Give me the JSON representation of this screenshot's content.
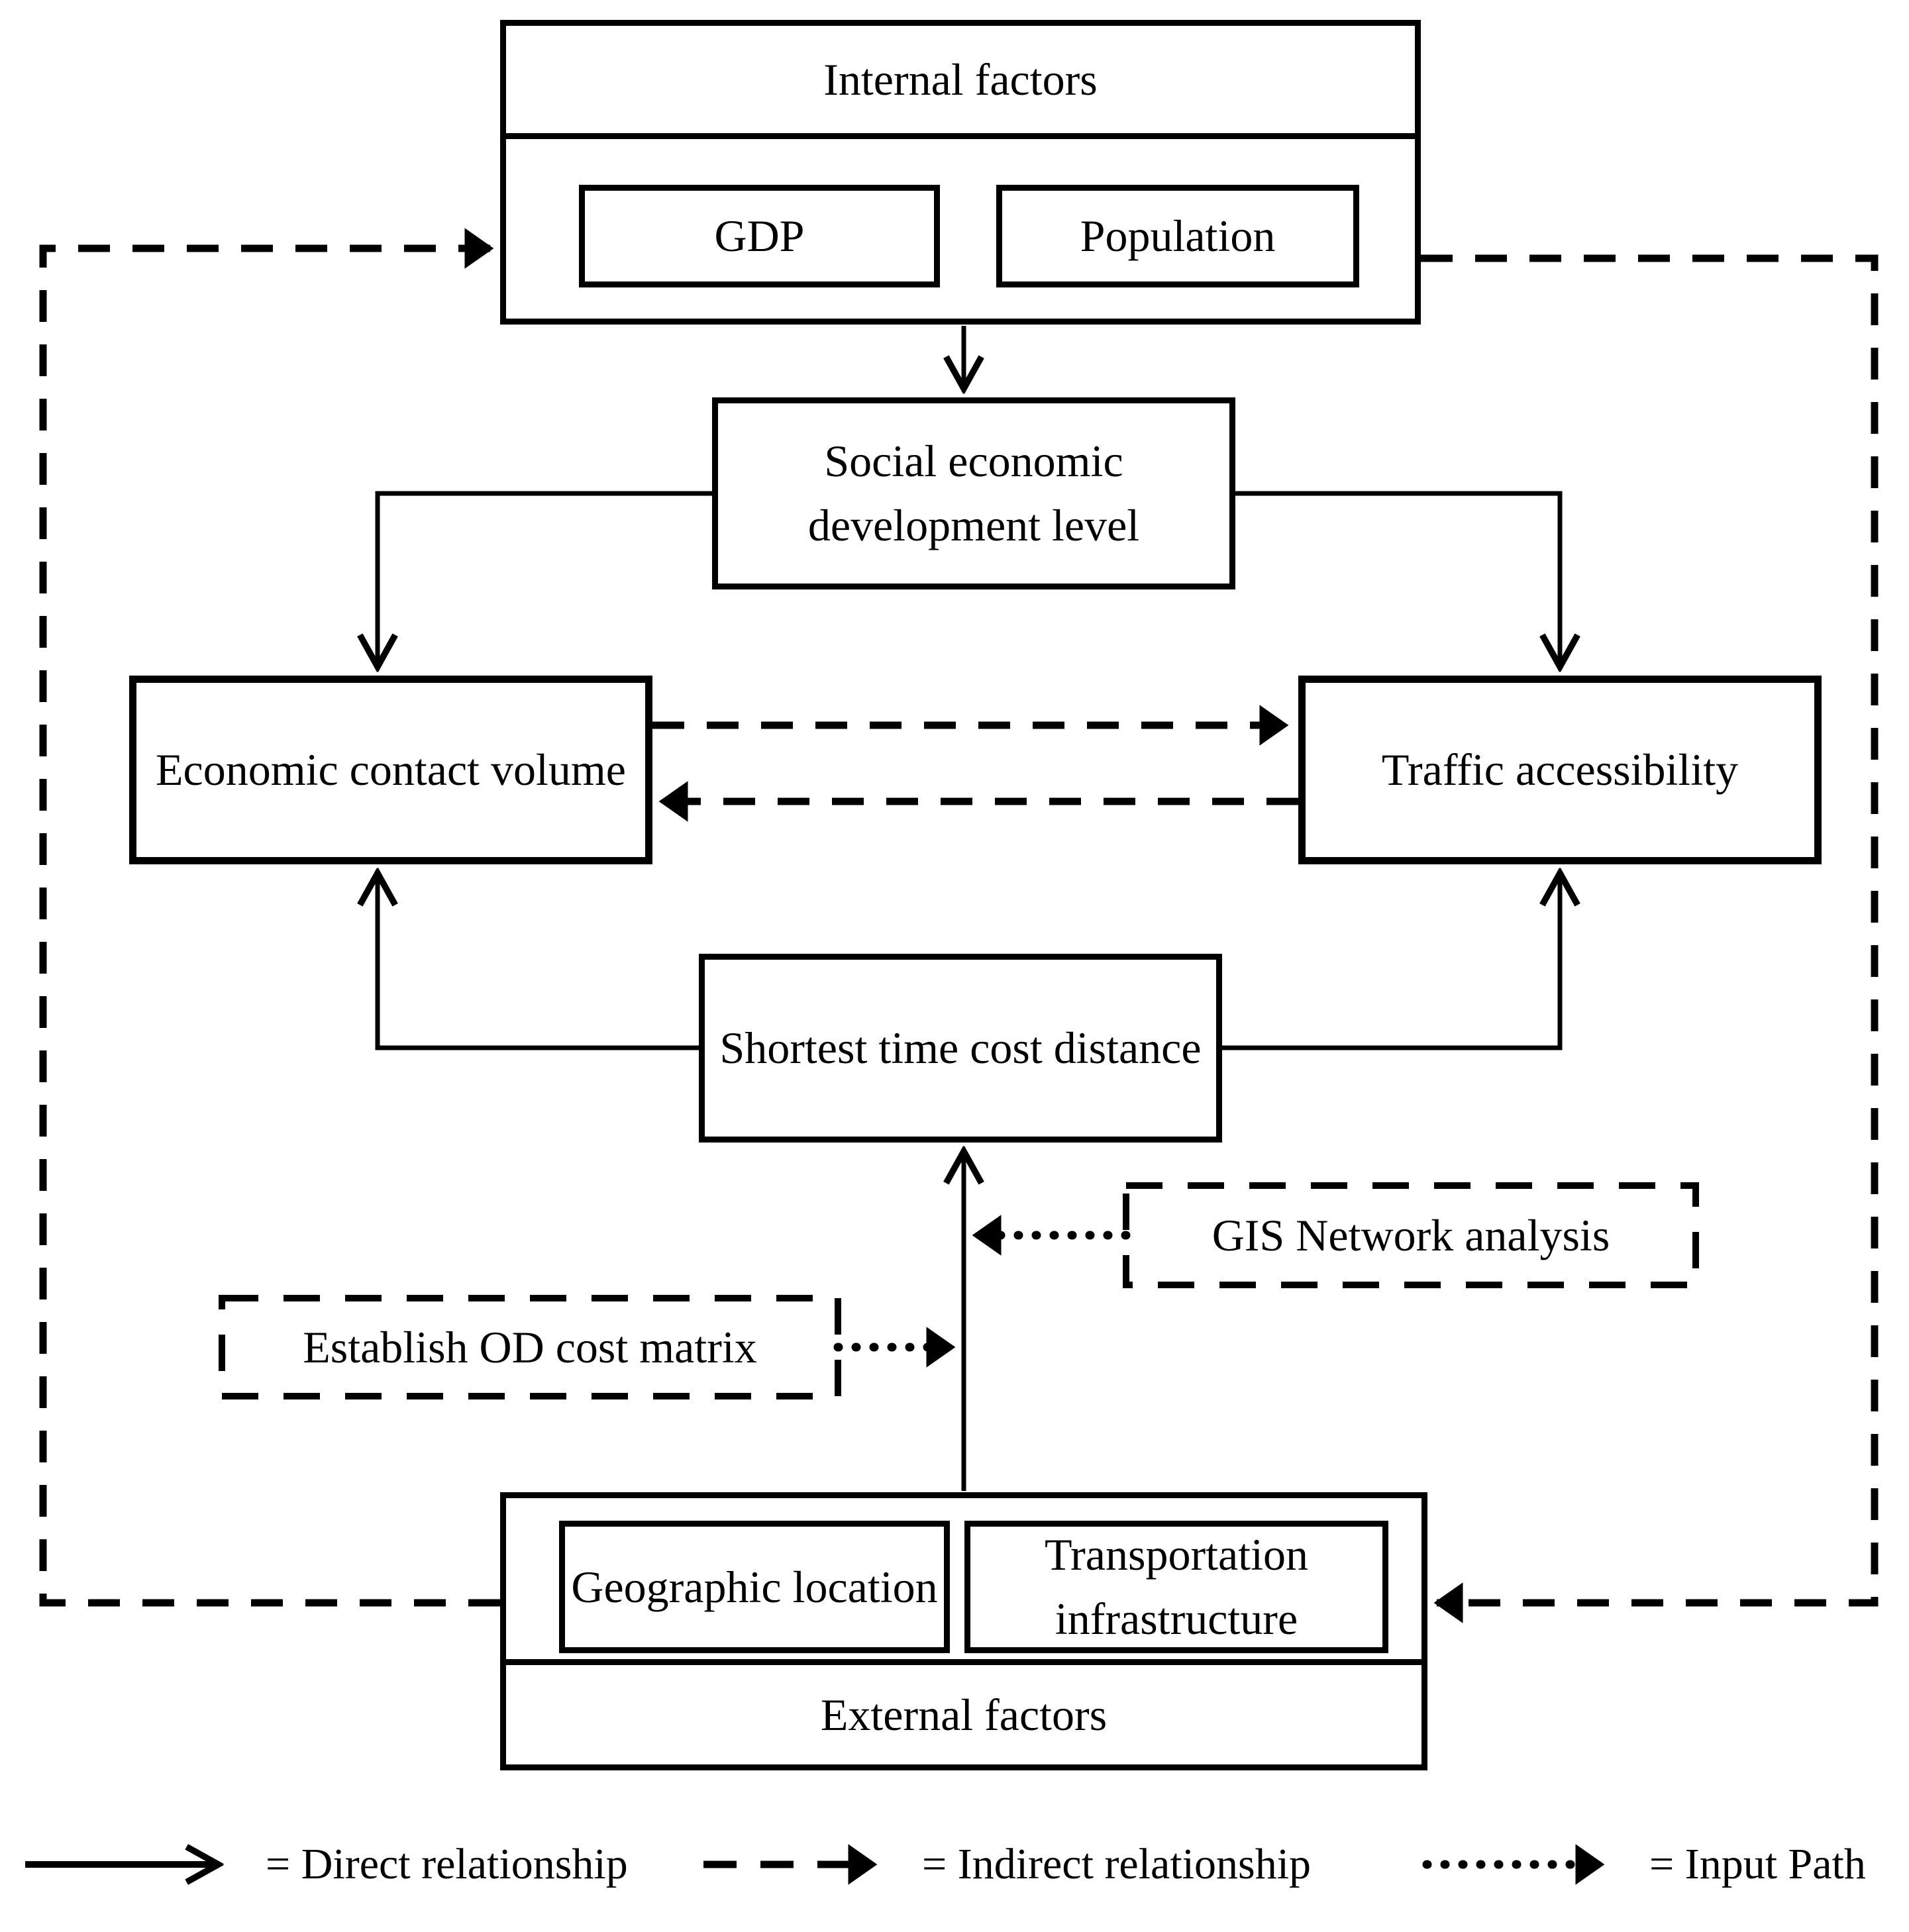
{
  "nodes": {
    "internal_factors": "Internal factors",
    "gdp": "GDP",
    "population": "Population",
    "social_economic": "Social economic development level",
    "economic_contact": "Economic contact volume",
    "traffic_accessibility": "Traffic accessibility",
    "shortest_time": "Shortest time cost distance",
    "gis_network": "GIS Network analysis",
    "od_matrix": "Establish OD cost matrix",
    "geographic_location": "Geographic location",
    "transportation_infrastructure": "Transportation infrastructure",
    "external_factors": "External factors"
  },
  "legend": {
    "direct": "= Direct relationship",
    "indirect": "= Indirect relationship",
    "input": "= Input Path"
  },
  "colors": {
    "ink": "#000000",
    "background": "#ffffff"
  }
}
